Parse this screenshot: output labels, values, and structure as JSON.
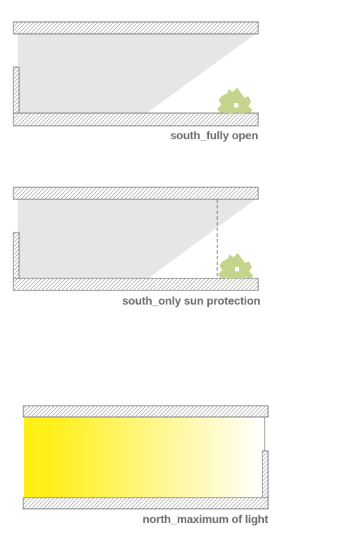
{
  "panels": [
    {
      "caption": "south_fully open"
    },
    {
      "caption": "south_only sun protection"
    },
    {
      "caption": "north_maximum of light"
    }
  ],
  "colors": {
    "hatch_stroke": "#6a6a6a",
    "interior_shade": "#e6e6e6",
    "sun_patch": "#ffffff",
    "plant": "#c5d48c",
    "light_strong": "#ffef14",
    "light_fade": "#ffffff",
    "caption": "#6b6b6b"
  }
}
